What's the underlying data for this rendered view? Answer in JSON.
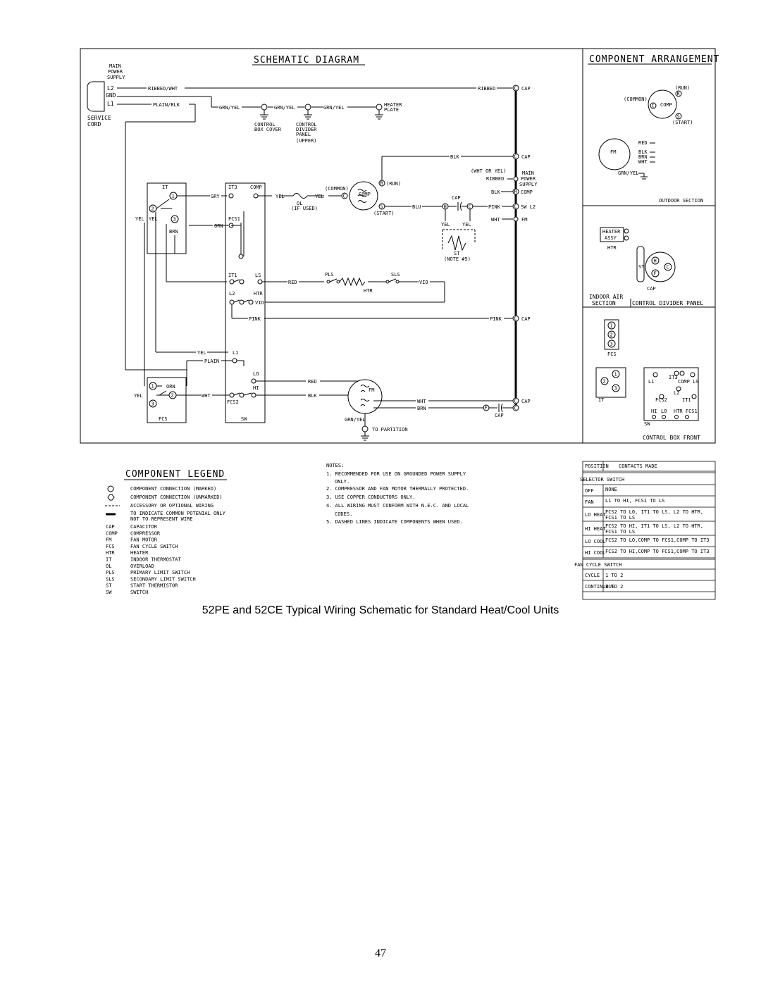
{
  "headers": {
    "schematic": "SCHEMATIC DIAGRAM",
    "arrangement": "COMPONENT ARRANGEMENT",
    "legend": "COMPONENT LEGEND"
  },
  "supply": {
    "main": "MAIN",
    "power": "POWER",
    "supply": "SUPPLY",
    "l2": "L2",
    "gnd": "GND",
    "l1": "L1",
    "service": "SERVICE",
    "cord": "CORD"
  },
  "wires": {
    "ribbed_wht": "RIBBED/WHT",
    "plain_blk": "PLAIN/BLK",
    "ribbed": "RIBBED",
    "grn_yel": "GRN/YEL",
    "blk": "BLK",
    "gry": "GRY",
    "yel": "YEL",
    "orn": "ORN",
    "brn": "BRN",
    "red": "RED",
    "vio": "VIO",
    "pink": "PINK",
    "plain": "PLAIN",
    "wht": "WHT",
    "blu": "BLU",
    "wht_or_yel": "(WHT OR YEL)"
  },
  "labels": {
    "cap": "CAP",
    "c": "C",
    "r": "R",
    "s": "S",
    "h": "H",
    "f": "F",
    "heater": "HEATER",
    "plate": "PLATE",
    "control": "CONTROL",
    "box_cover": "BOX COVER",
    "divider": "DIVIDER",
    "panel": "PANEL",
    "upper": "(UPPER)",
    "it": "IT",
    "it3": "IT3",
    "comp": "COMP",
    "fcs1": "FCS1",
    "fcs2": "FCS2",
    "it1": "IT1",
    "ls": "LS",
    "l2": "L2",
    "htr": "HTR",
    "l1": "L1",
    "lo": "LO",
    "hi": "HI",
    "fcs": "FCS",
    "sw": "SW",
    "ol": "OL",
    "if_used": "(IF USED)",
    "common": "(COMMON)",
    "run": "(RUN)",
    "start": "(START)",
    "pls": "PLS",
    "sls": "SLS",
    "fm": "FM",
    "st": "ST",
    "note5": "(NOTE #5)",
    "sw_l2": "SW L2",
    "main": "MAIN",
    "power": "POWER",
    "supply": "SUPPLY",
    "to_partition": "TO PARTITION",
    "one": "1",
    "two": "2",
    "three": "3"
  },
  "arrangement": {
    "common": "(COMMON)",
    "run": "(RUN)",
    "start": "(START)",
    "comp": "COMP",
    "c": "C",
    "r": "R",
    "s": "S",
    "fm": "FM",
    "red": "RED",
    "blk": "BLK",
    "brn": "BRN",
    "wht": "WHT",
    "grn_yel": "GRN/YEL",
    "outdoor_section": "OUTDOOR SECTION",
    "heater": "HEATER",
    "assy": "ASSY",
    "htr": "HTR",
    "st": "ST",
    "h": "H",
    "f": "F",
    "cap": "CAP",
    "indoor_air": "INDOOR AIR",
    "section": "SECTION",
    "control_divider_panel": "CONTROL DIVIDER PANEL",
    "fcs": "FCS",
    "it": "IT",
    "it3": "IT3",
    "comp_ls": "COMP LS",
    "l1": "L1",
    "l2": "L2",
    "fcs2": "FCS2",
    "it1": "IT1",
    "hi": "HI",
    "lo": "LO",
    "htr_fcs1": "HTR FCS1",
    "sw": "SW",
    "control_box_front": "CONTROL BOX FRONT",
    "one": "1",
    "two": "2",
    "three": "3"
  },
  "legend": {
    "symbols": [
      {
        "sym": "",
        "text": [
          "COMPONENT CONNECTION (MARKED)"
        ]
      },
      {
        "sym": "",
        "text": [
          "COMPONENT CONNECTION (UNMARKED)"
        ]
      },
      {
        "sym": "",
        "text": [
          "ACCESSORY OR OPTIONAL WIRING"
        ]
      },
      {
        "sym": "",
        "text": [
          "TO INDICATE COMMON POTENIAL ONLY",
          "NOT TO REPRESENT WIRE"
        ]
      }
    ],
    "abbr": [
      {
        "code": "CAP",
        "text": "CAPACITOR"
      },
      {
        "code": "COMP",
        "text": "COMPRESSOR"
      },
      {
        "code": "FM",
        "text": "FAN MOTOR"
      },
      {
        "code": "FCS",
        "text": "FAN CYCLE SWITCH"
      },
      {
        "code": "HTR",
        "text": "HEATER"
      },
      {
        "code": "IT",
        "text": "INDOOR THERMOSTAT"
      },
      {
        "code": "OL",
        "text": "OVERLOAD"
      },
      {
        "code": "PLS",
        "text": "PRIMARY LIMIT SWITCH"
      },
      {
        "code": "SLS",
        "text": "SECONDARY LIMIT SWITCH"
      },
      {
        "code": "ST",
        "text": "START THERMISTOR"
      },
      {
        "code": "SW",
        "text": "SWITCH"
      }
    ]
  },
  "notes": {
    "title": "NOTES:",
    "lines": [
      "1. RECOMMENDED FOR USE ON GROUNDED POWER SUPPLY",
      "   ONLY.",
      "2. COMPRESSOR AND FAN MOTOR THERMALLY PROTECTED.",
      "3. USE COPPER CONDUCTORS ONLY.",
      "4. ALL WIRING MUST CONFORM WITH N.E.C. AND LOCAL",
      "   CODES.",
      "5. DASHED LINES INDICATE COMPONENTS WHEN USED."
    ]
  },
  "table": {
    "col1": "POSITION",
    "col2": "CONTACTS MADE",
    "section1": "SELECTOR SWITCH",
    "rows1": [
      {
        "pos": "OFF",
        "c": [
          "NONE"
        ]
      },
      {
        "pos": "FAN",
        "c": [
          "L1 TO HI, FCS1 TO LS"
        ]
      },
      {
        "pos": "LO HEAT",
        "c": [
          "FCS2 TO LO, IT1 TO LS, L2 TO HTR,",
          "FCS1 TO LS"
        ]
      },
      {
        "pos": "HI HEAT",
        "c": [
          "FCS2 TO HI, IT1 TO LS, L2 TO HTR,",
          "FCS1 TO LS"
        ]
      },
      {
        "pos": "LO COOL",
        "c": [
          "FCS2 TO LO,COMP TO FCS1,COMP TO IT3"
        ]
      },
      {
        "pos": "HI COOL",
        "c": [
          "FCS2 TO HI,COMP TO FCS1,COMP TO IT3"
        ]
      }
    ],
    "section2": "FAN CYCLE SWITCH",
    "rows2": [
      {
        "pos": "CYCLE",
        "c": [
          "1 TO 2"
        ]
      },
      {
        "pos": "CONTINUOUS",
        "c": [
          "3 TO 2"
        ]
      }
    ]
  },
  "caption": "52PE and 52CE   Typical Wiring Schematic for Standard Heat/Cool Units",
  "page_number": "47"
}
